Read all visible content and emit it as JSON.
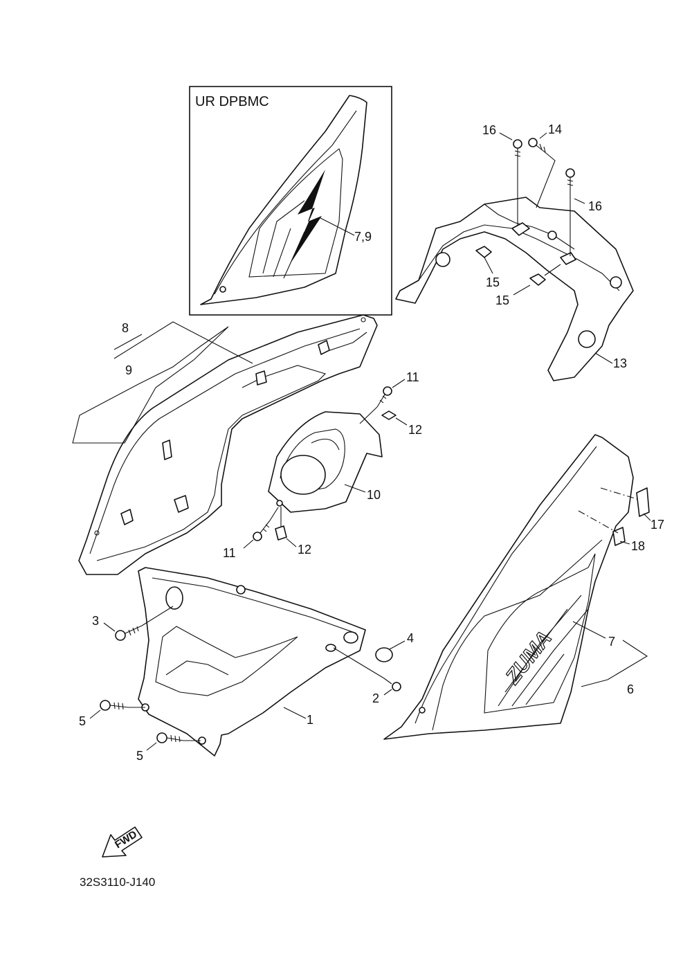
{
  "inset": {
    "title": "UR DPBMC",
    "callout": "7,9"
  },
  "callouts": {
    "c1": "1",
    "c2": "2",
    "c3": "3",
    "c4": "4",
    "c5a": "5",
    "c5b": "5",
    "c6": "6",
    "c7": "7",
    "c8": "8",
    "c9": "9",
    "c10": "10",
    "c11a": "11",
    "c11b": "11",
    "c12a": "12",
    "c12b": "12",
    "c13": "13",
    "c14": "14",
    "c15a": "15",
    "c15b": "15",
    "c16a": "16",
    "c16b": "16",
    "c17": "17",
    "c18": "18"
  },
  "fwd_label": "FWD",
  "emblem_text": "ZUMA",
  "diagram_code": "32S3110-J140"
}
